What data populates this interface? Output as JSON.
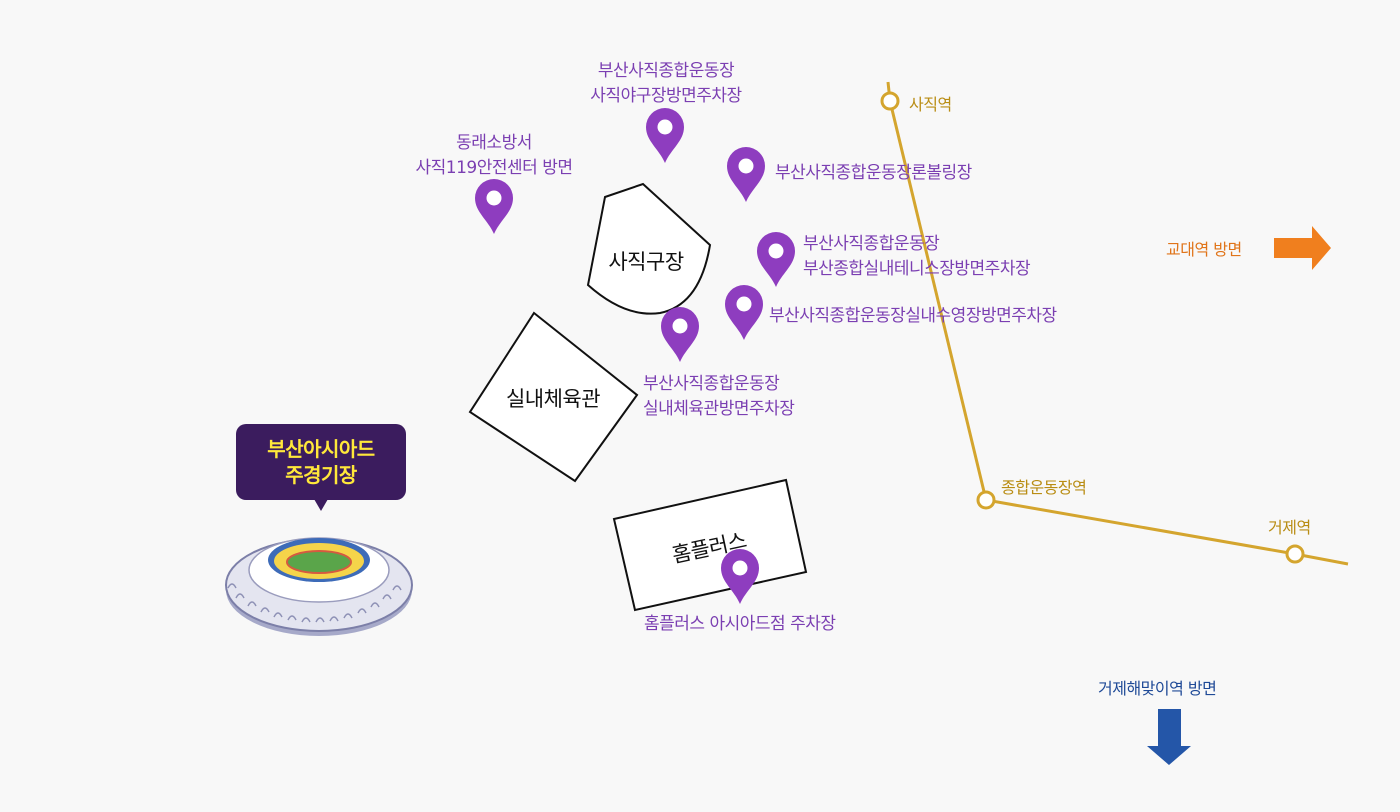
{
  "buildings": {
    "sajik_stadium": "사직구장",
    "indoor_gym": "실내체육관",
    "homeplus": "홈플러스"
  },
  "parking_labels": {
    "sajik_baseball": [
      "부산사직종합운동장",
      "사직야구장방면주차장"
    ],
    "fire_station": [
      "동래소방서",
      "사직119안전센터 방면"
    ],
    "bowling": [
      "부산사직종합운동장론볼링장"
    ],
    "tennis": [
      "부산사직종합운동장",
      "부산종합실내테니스장방면주차장"
    ],
    "swimming": [
      "부산사직종합운동장실내수영장방면주차장"
    ],
    "indoor_gym_parking": [
      "부산사직종합운동장",
      "실내체육관방면주차장"
    ],
    "homeplus_parking": [
      "홈플러스 아시아드점 주차장"
    ]
  },
  "stations": {
    "sajik": "사직역",
    "sports_complex": "종합운동장역",
    "geoje": "거제역"
  },
  "directions": {
    "east": "교대역 방면",
    "south": "거제해맞이역 방면"
  },
  "main_stadium": [
    "부산아시아드",
    "주경기장"
  ],
  "colors": {
    "background": "#f8f8f8",
    "marker": "#8e3dbf",
    "label_text": "#7b3fb2",
    "subway_line": "#d4a52e",
    "station_text": "#b98d14",
    "east_arrow": "#f07f1e",
    "south_arrow": "#2456a8",
    "badge_bg": "#3b1c5e",
    "badge_text": "#ffe83a"
  },
  "icons": {
    "marker": "location-pin-icon",
    "east": "arrow-right-icon",
    "south": "arrow-down-icon",
    "stadium": "stadium-illustration"
  }
}
